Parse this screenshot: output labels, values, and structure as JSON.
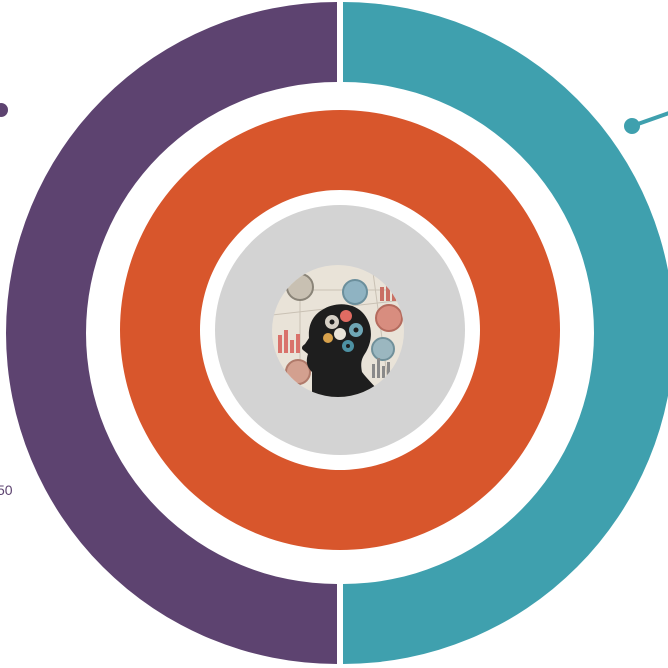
{
  "diagram": {
    "colors": {
      "background": "#ffffff",
      "left_segment": "#5d4370",
      "right_segment": "#3fa0ae",
      "middle_ring": "#d8562c",
      "inner_disc": "#d3d3d3",
      "label_text": "#5d4370",
      "connector_right": "#3fa0ae",
      "connector_left": "#5d4370"
    },
    "segments": [
      {
        "name": "left-half",
        "color_key": "left_segment"
      },
      {
        "name": "right-half",
        "color_key": "right_segment"
      }
    ],
    "center_icon": "head-with-gears-icon",
    "edge_label_fragment": "50"
  }
}
